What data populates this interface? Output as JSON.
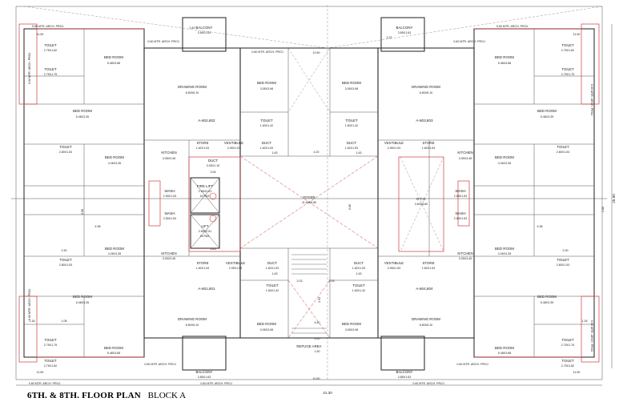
{
  "drawing": {
    "caption_title": "6TH. & 8TH. FLOOR PLAN",
    "caption_block": "BLOCK A"
  },
  "units": {
    "a601": "A-601,801",
    "a602": "A-602,802",
    "a603": "A-603,803",
    "a604": "A-604,804"
  },
  "rooms": {
    "bed": "BED ROOM",
    "drawing": "DRAWING ROOM",
    "toilet": "TOILET",
    "kitchen": "KITCHEN",
    "wash": "WASH",
    "store": "STORE",
    "vestibule": "VESTIBULE",
    "duct": "DUCT",
    "balcony": "BALCONY",
    "fire_lift": "FIRE LIFT",
    "lift": "LIFT",
    "foyer": "FOYER",
    "ots": "O.T.S.",
    "refuge": "REFUGE AREA",
    "pax": "16 PAX."
  },
  "sizes": {
    "bed_big": "5.48X3.68",
    "bed_mid": "5.48X3.35",
    "bed_small": "4.26X3.35",
    "bed_c": "3.05X3.98",
    "drawing": "6.80X6.10",
    "kitchen": "3.05X3.45",
    "toilet_a": "2.75X1.82",
    "toilet_b": "2.75X1.75",
    "toilet_c": "2.80X1.53",
    "toilet_d": "1.83X1.42",
    "wash": "2.55X1.53",
    "store": "1.82X1.53",
    "vestibule": "2.95X1.53",
    "duct_a": "1.82X1.53",
    "duct_b": "3.05X1.10",
    "balcony": "3.85X1.63",
    "lift": "2.89X2.51",
    "foyer": "11.40X6.80",
    "ots": "3.60X6.80"
  },
  "proj": {
    "arch": "0.60 MTR. ARCH. PROJ.",
    "arch_short": "0.60 MTR. ARCH. PROJ"
  },
  "dims": {
    "overall_width": "41.30",
    "overall_depth": "25.90",
    "d1060": "10.60",
    "d1150": "11.50",
    "d420": "4.20",
    "d305": "3.05",
    "d290": "2.90",
    "d345": "3.45",
    "d203": "2.03",
    "d253": "2.53",
    "d440": "4.40",
    "d420b": "4.20",
    "d150": "1.50",
    "d163": "1.63",
    "d180": "1.80",
    "d598": "5.98",
    "d680": "6.80",
    "d498": "4.98",
    "d108": "1.08",
    "d118": "1.18",
    "d222": "2.22",
    "d040": "0.40"
  }
}
